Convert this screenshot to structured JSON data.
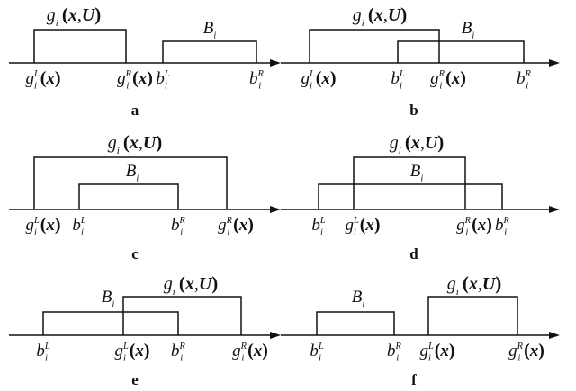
{
  "panels": [
    {
      "caption": "a",
      "g_label": "g_i(x,U)",
      "b_label": "B_i",
      "ticks": [
        "g_i^L(x)",
        "g_i^R(x)",
        "b_i^L",
        "b_i^R"
      ]
    },
    {
      "caption": "b",
      "g_label": "g_i(x,U)",
      "b_label": "B_i",
      "ticks": [
        "g_i^L(x)",
        "b_i^L",
        "g_i^R(x)",
        "b_i^R"
      ]
    },
    {
      "caption": "c",
      "g_label": "g_i(x,U)",
      "b_label": "B_i",
      "ticks": [
        "g_i^L(x)",
        "b_i^L",
        "b_i^R",
        "g_i^R(x)"
      ]
    },
    {
      "caption": "d",
      "g_label": "g_i(x,U)",
      "b_label": "B_i",
      "ticks": [
        "b_i^L",
        "g_i^L(x)",
        "g_i^R(x)",
        "b_i^R"
      ]
    },
    {
      "caption": "e",
      "g_label": "g_i(x,U)",
      "b_label": "B_i",
      "ticks": [
        "b_i^L",
        "g_i^L(x)",
        "b_i^R",
        "g_i^R(x)"
      ]
    },
    {
      "caption": "f",
      "g_label": "g_i(x,U)",
      "b_label": "B_i",
      "ticks": [
        "b_i^L",
        "b_i^R",
        "g_i^L(x)",
        "g_i^R(x)"
      ]
    }
  ]
}
